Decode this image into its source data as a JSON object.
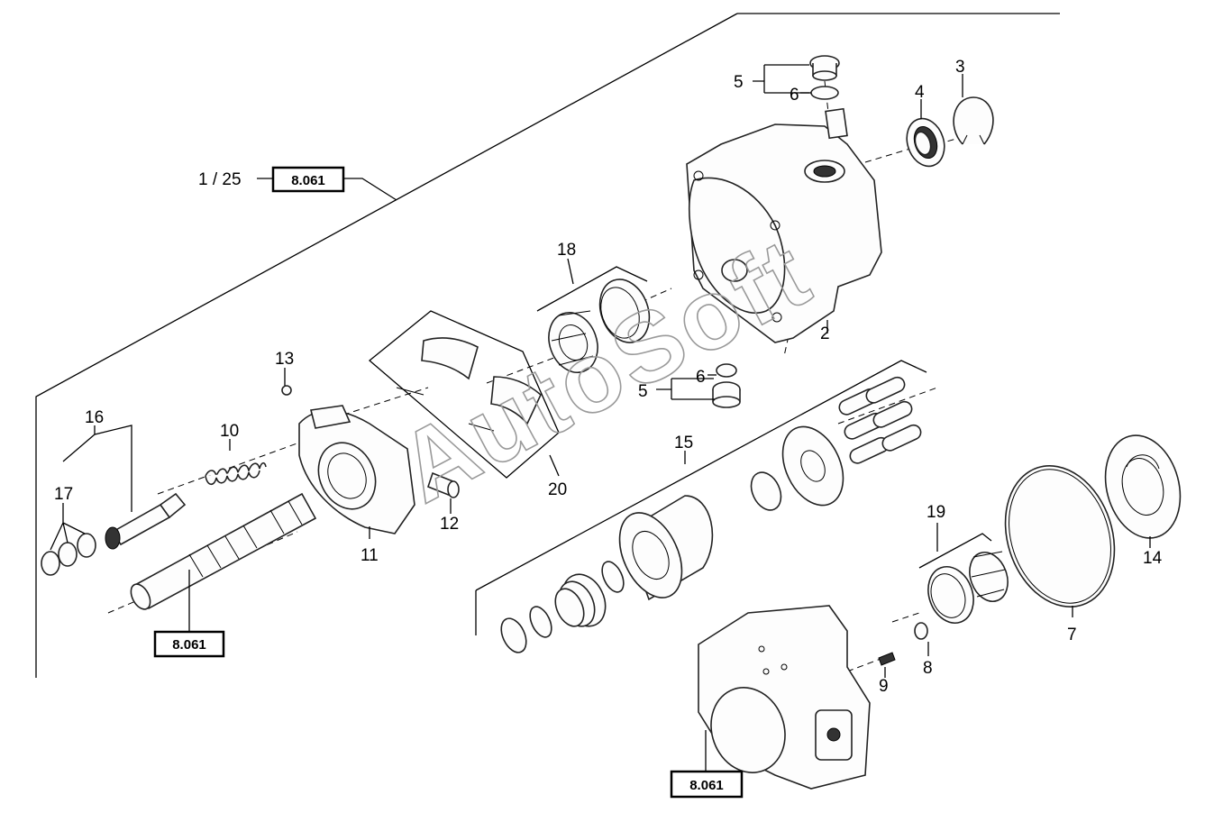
{
  "diagram": {
    "assembly_ref": {
      "label": "1 / 25",
      "ref": "8.061"
    },
    "ref_boxes": [
      "8.061",
      "8.061"
    ],
    "callouts": {
      "c2": "2",
      "c3": "3",
      "c4": "4",
      "c5a": "5",
      "c5b": "5",
      "c6a": "6",
      "c6b": "6",
      "c7": "7",
      "c8": "8",
      "c9": "9",
      "c10": "10",
      "c11": "11",
      "c12": "12",
      "c13": "13",
      "c14": "14",
      "c15": "15",
      "c16": "16",
      "c17": "17",
      "c18": "18",
      "c19": "19",
      "c20": "20"
    },
    "watermark": "AutoSoft"
  }
}
